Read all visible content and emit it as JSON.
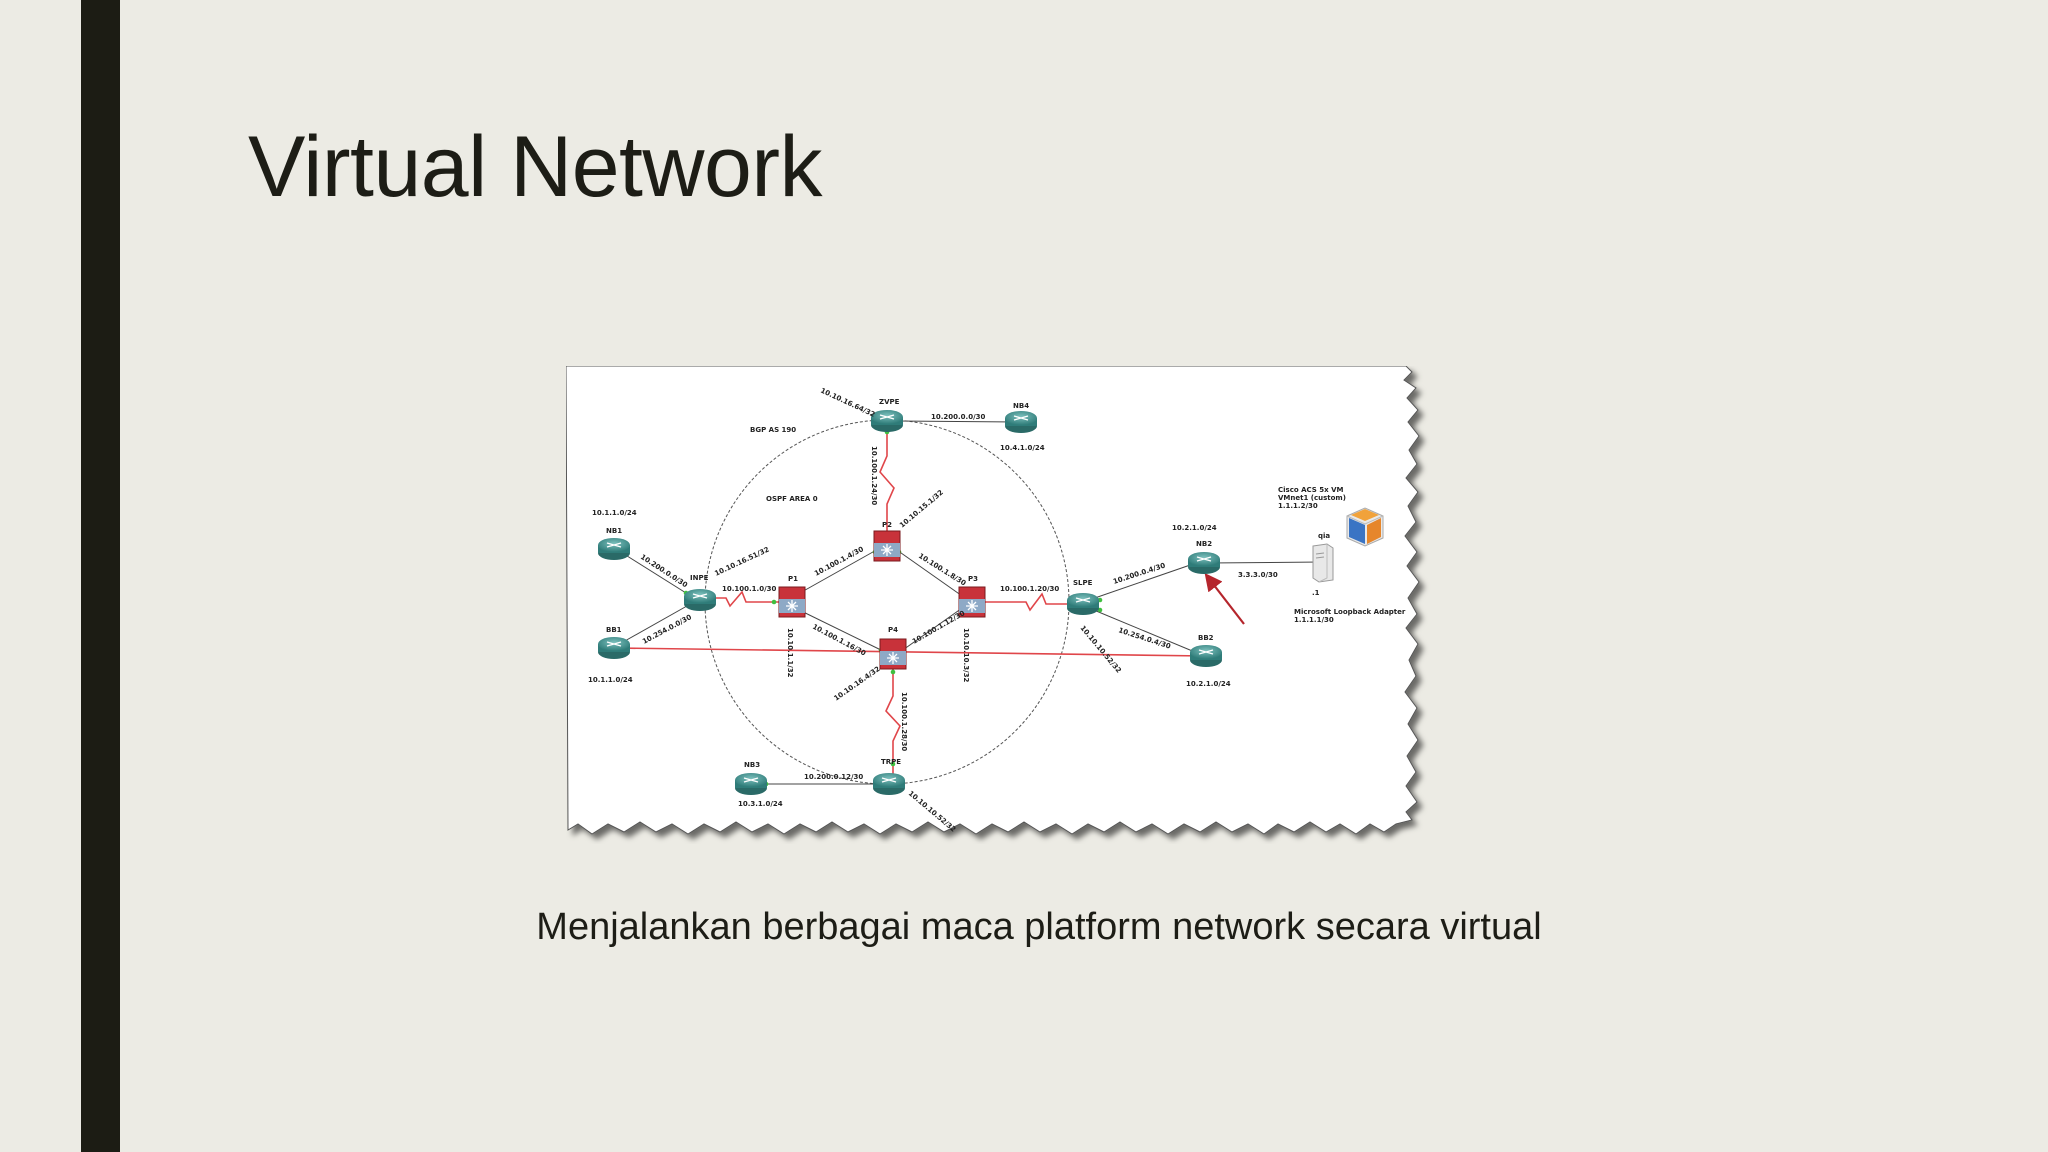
{
  "slide": {
    "title": "Virtual Network",
    "caption": "Menjalankan berbagai maca platform network secara virtual"
  },
  "diagram": {
    "area_labels": {
      "bgp": "BGP AS 190",
      "ospf": "OSPF AREA 0"
    },
    "nodes": {
      "zvpe": "ZVPE",
      "nb4": "NB4",
      "nb1": "NB1",
      "bb1": "BB1",
      "inpe": "INPE",
      "p1": "P1",
      "p2": "P2",
      "p3": "P3",
      "p4": "P4",
      "slpe": "SLPE",
      "nb2": "NB2",
      "bb2": "BB2",
      "nb3": "NB3",
      "trpe": "TRPE",
      "server": "qia"
    },
    "link_labels": {
      "zvpe_top": "10.10.16.64/32",
      "zvpe_nb4": "10.200.0.0/30",
      "nb4_net": "10.4.1.0/24",
      "zvpe_p2": "10.100.1.24/30",
      "p2_top": "10.10.15.1/32",
      "nb1_net": "10.1.1.0/24",
      "nb1_inpe": "10.200.0.0/30",
      "inpe_top": "10.10.16.51/32",
      "inpe_p1": "10.100.1.0/30",
      "p1_p2": "10.100.1.4/30",
      "p2_p3": "10.100.1.8/30",
      "p3_slpe": "10.100.1.20/30",
      "slpe_nb2": "10.200.0.4/30",
      "nb2_net": "10.2.1.0/24",
      "nb2_server": "3.3.3.0/30",
      "server_ip": ".1",
      "bb1_inpe": "10.254.0.0/30",
      "bb1_net": "10.1.1.0/24",
      "p1_down": "10.10.1.1/32",
      "p1_p4": "10.100.1.16/30",
      "p4_p3": "10.100.1.12/30",
      "p3_down": "10.10.10.3/32",
      "slpe_bb2": "10.254.0.4/30",
      "slpe_down": "10.10.10.52/32",
      "bb2_net": "10.2.1.0/24",
      "p4_left": "10.10.16.4/32",
      "p4_trpe": "10.100.1.28/30",
      "nb3_trpe": "10.200.0.12/30",
      "nb3_net": "10.3.1.0/24",
      "trpe_right": "10.10.10.52/32",
      "acs_note_1": "Cisco ACS 5x VM",
      "acs_note_2": "VMnet1 (custom)",
      "acs_note_3": "1.1.1.2/30",
      "loopback_1": "Microsoft Loopback Adapter",
      "loopback_2": "1.1.1.1/30"
    },
    "colors": {
      "router": "#3f8f8c",
      "core_router": "#c8323a",
      "red_link": "#e0464a",
      "ethernet_link": "#444444",
      "port_green": "#3fbf3f"
    }
  }
}
